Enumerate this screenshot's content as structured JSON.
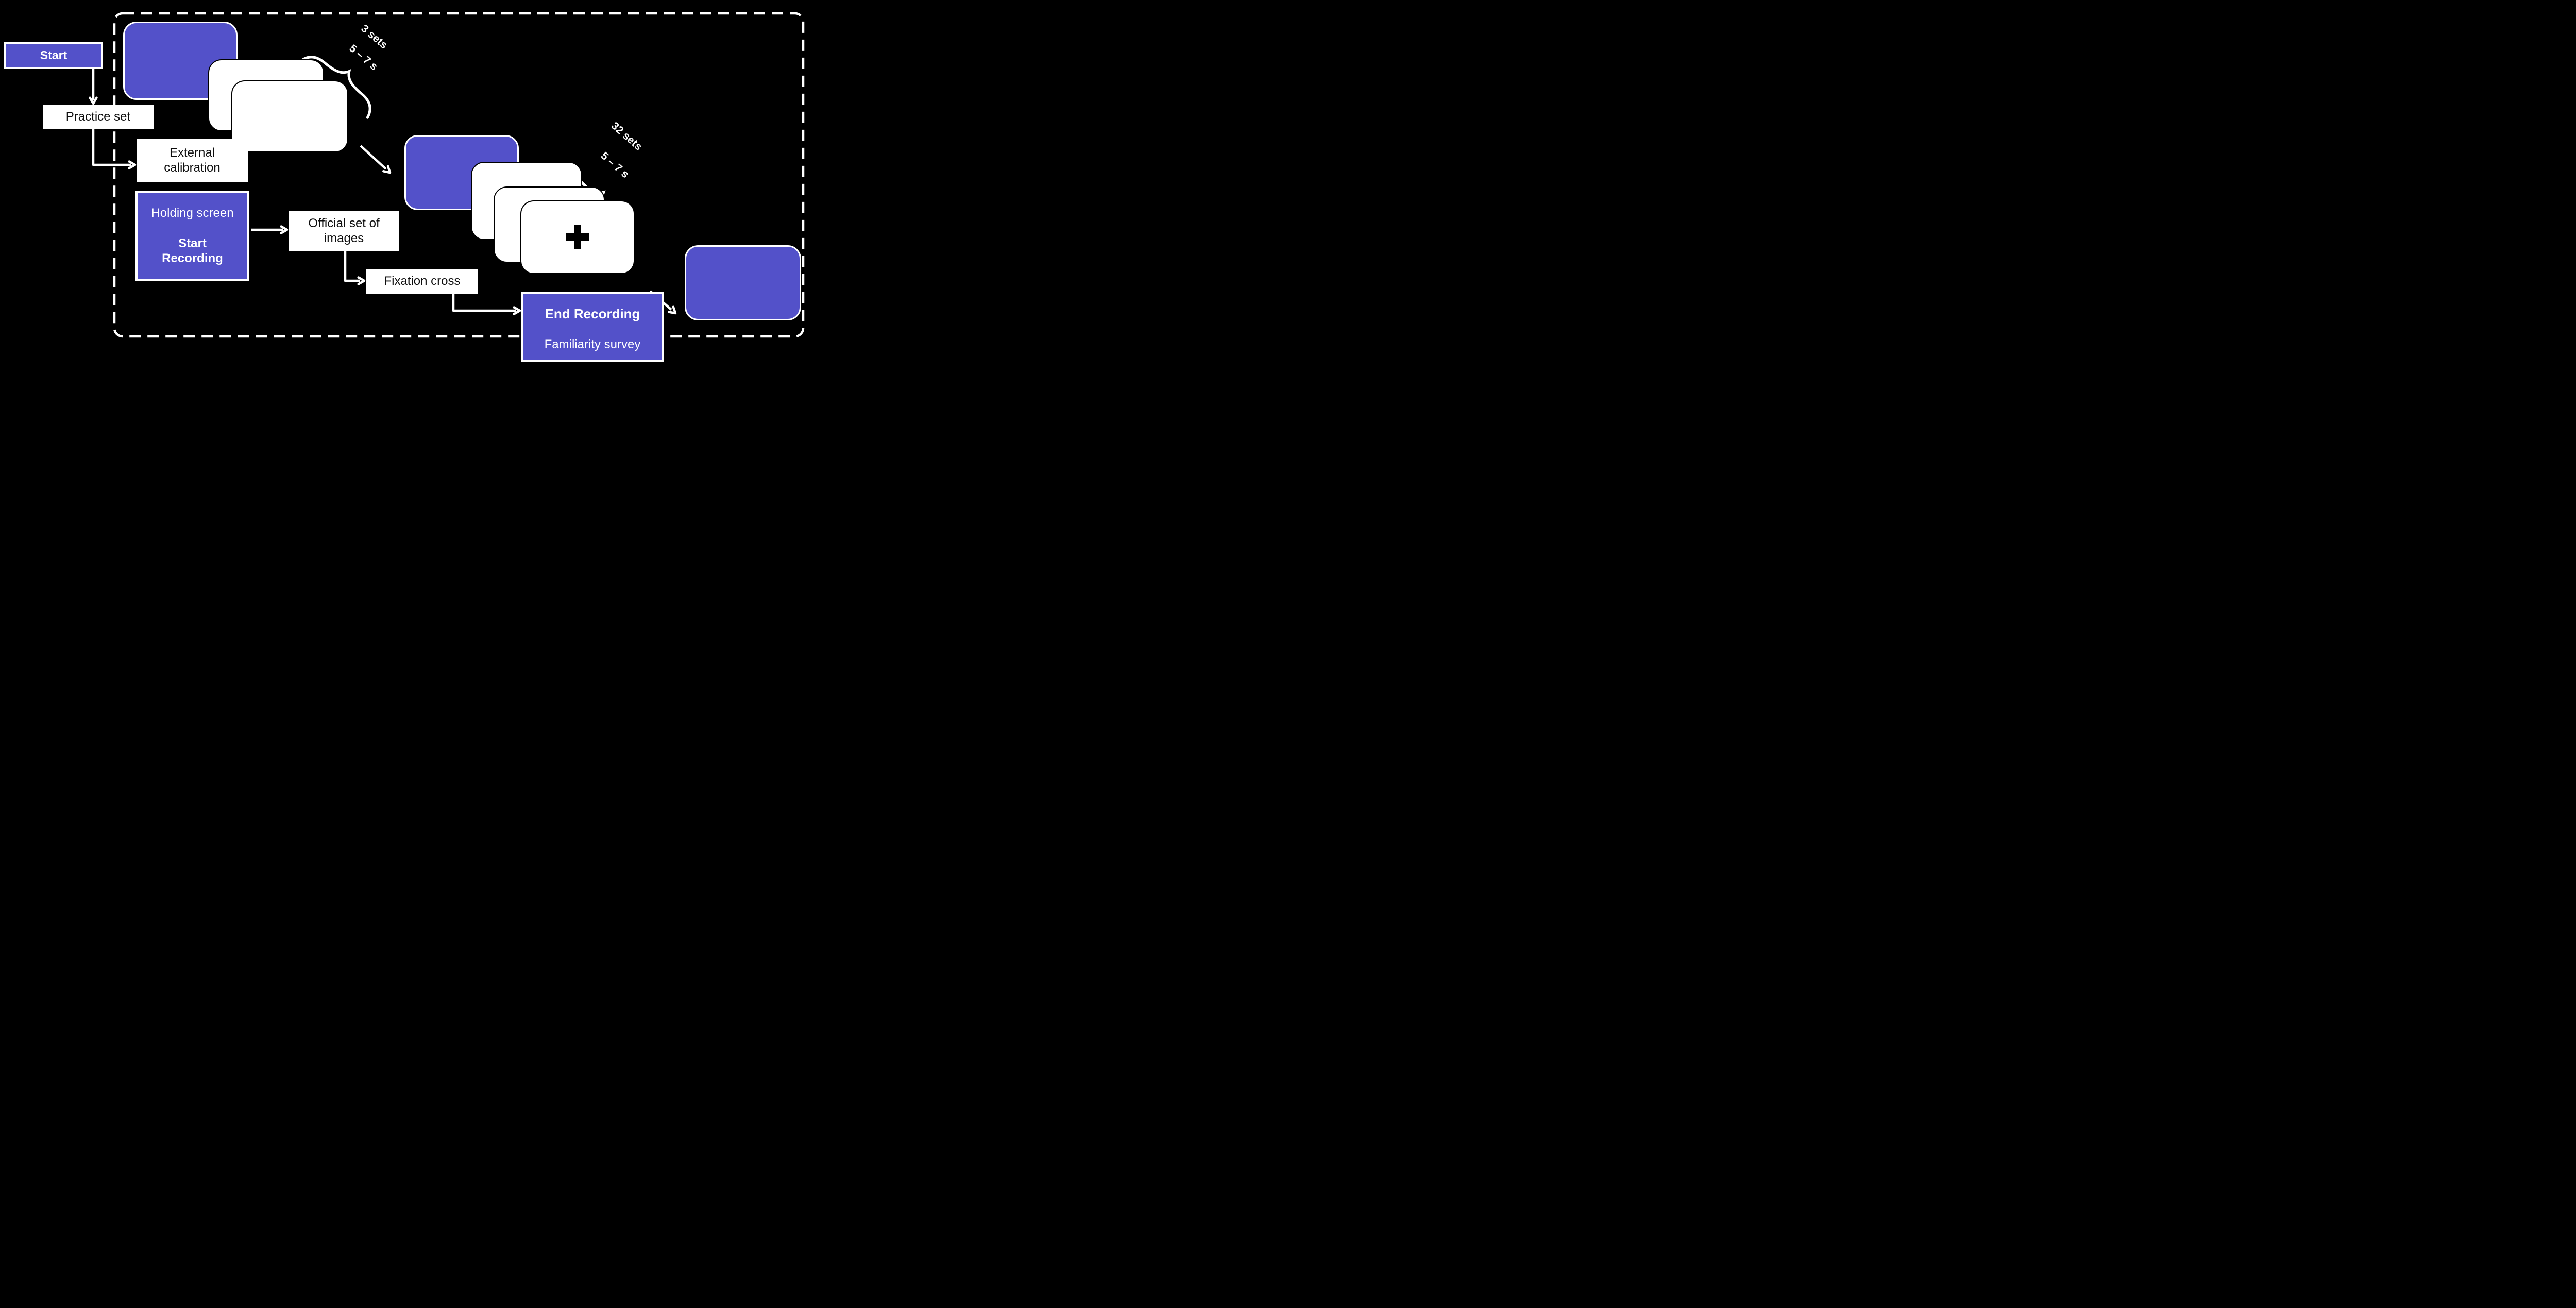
{
  "colors": {
    "background": "#000000",
    "accent_purple": "#5351c9",
    "line_white": "#ffffff",
    "text_black": "#0d0d0d"
  },
  "nodes": {
    "start": {
      "label": "Start"
    },
    "practice": {
      "label": "Practice set"
    },
    "external": {
      "line1": "External",
      "line2": "calibration"
    },
    "holding": {
      "title": "Holding screen",
      "action_line1": "Start",
      "action_line2": "Recording"
    },
    "official": {
      "line1": "Official set of",
      "line2": "images"
    },
    "fixation": {
      "label": "Fixation cross"
    },
    "end": {
      "line1": "End Recording",
      "line2": "Familiarity survey"
    }
  },
  "annotations": {
    "practice_block": {
      "sets": "3 sets",
      "duration": "5 – 7 s"
    },
    "official_block": {
      "sets": "32 sets",
      "duration": "5 – 7 s"
    }
  }
}
